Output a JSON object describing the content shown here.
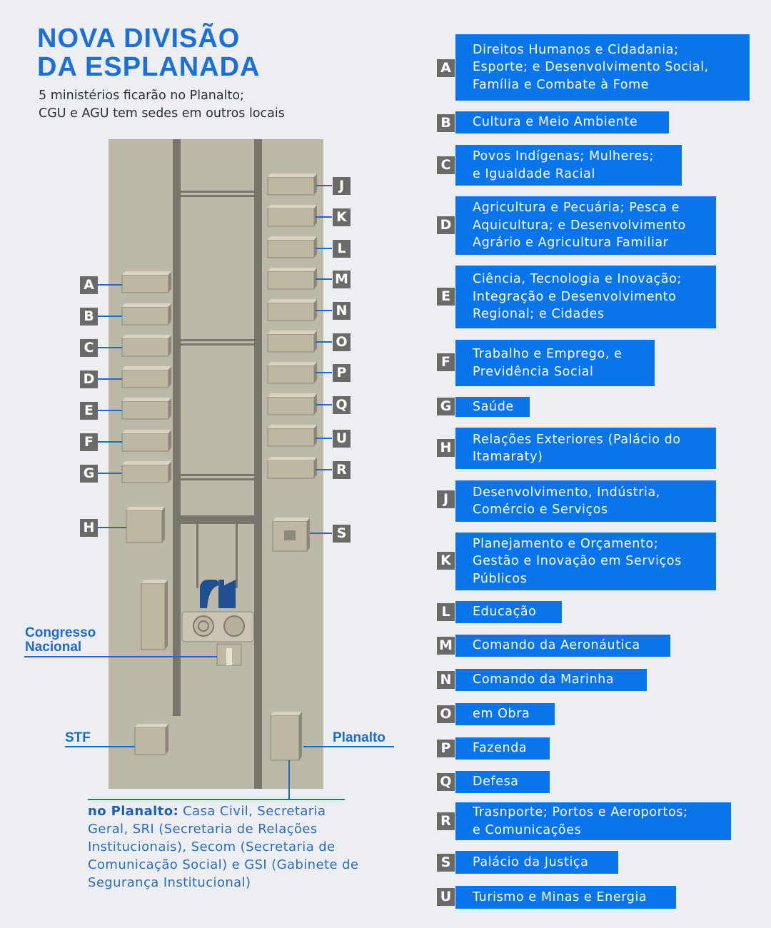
{
  "header": {
    "title_lines": [
      "NOVA DIVISÃO",
      "DA ESPLANADA"
    ],
    "subtitle_lines": [
      "5 ministérios ficarão no Planalto;",
      "CGU e AGU tem sedes em outros locais"
    ]
  },
  "colors": {
    "accent": "#0a74ea",
    "title": "#1a6fd9",
    "map_ground": "#bdb9a8",
    "road": "#76766c",
    "building": "#bdb8a2",
    "label_badge": "#6a6a68"
  },
  "map": {
    "building_labels": [
      "A",
      "B",
      "C",
      "D",
      "E",
      "F",
      "G",
      "H",
      "J",
      "K",
      "L",
      "M",
      "N",
      "O",
      "P",
      "Q",
      "U",
      "R",
      "S"
    ],
    "places": {
      "congresso": [
        "Congresso",
        "Nacional"
      ],
      "stf": "STF",
      "planalto": "Planalto"
    },
    "planalto_note": {
      "lead": "no Planalto:",
      "text": " Casa Civil, Secretaria Geral, SRI (Secretaria de Relações Institucionais), Secom (Secretaria de Comunicação Social) e GSI (Gabinete de Segurança Institucional)"
    }
  },
  "legend": [
    {
      "key": "A",
      "lines": [
        "Direitos Humanos e Cidadania;",
        "Esporte; e Desenvolvimento Social,",
        "Família e Combate à Fome"
      ]
    },
    {
      "key": "B",
      "lines": [
        "Cultura e Meio Ambiente"
      ]
    },
    {
      "key": "C",
      "lines": [
        "Povos Indígenas; Mulheres;",
        "e Igualdade Racial"
      ]
    },
    {
      "key": "D",
      "lines": [
        "Agricultura e Pecuária; Pesca e",
        "Aquicultura; e Desenvolvimento",
        "Agrário e Agricultura Familiar"
      ]
    },
    {
      "key": "E",
      "lines": [
        "Ciência, Tecnologia e Inovação;",
        "Integração e Desenvolvimento",
        "Regional; e Cidades"
      ]
    },
    {
      "key": "F",
      "lines": [
        "Trabalho e Emprego, e",
        "Previdência Social"
      ]
    },
    {
      "key": "G",
      "lines": [
        "Saúde"
      ]
    },
    {
      "key": "H",
      "lines": [
        "Relações Exteriores (Palácio do",
        "Itamaraty)"
      ]
    },
    {
      "key": "J",
      "lines": [
        "Desenvolvimento, Indústria,",
        "Comércio e Serviços"
      ]
    },
    {
      "key": "K",
      "lines": [
        "Planejamento e Orçamento;",
        "Gestão e Inovação em Serviços",
        "Públicos"
      ]
    },
    {
      "key": "L",
      "lines": [
        "Educação"
      ]
    },
    {
      "key": "M",
      "lines": [
        "Comando da Aeronáutica"
      ]
    },
    {
      "key": "N",
      "lines": [
        "Comando da Marinha"
      ]
    },
    {
      "key": "O",
      "lines": [
        "em Obra"
      ]
    },
    {
      "key": "P",
      "lines": [
        "Fazenda"
      ]
    },
    {
      "key": "Q",
      "lines": [
        "Defesa"
      ]
    },
    {
      "key": "R",
      "lines": [
        "Trasnporte; Portos e Aeroportos;",
        "e Comunicações"
      ]
    },
    {
      "key": "S",
      "lines": [
        "Palácio da Justiça"
      ]
    },
    {
      "key": "U",
      "lines": [
        "Turismo e Minas e Energia"
      ]
    }
  ]
}
